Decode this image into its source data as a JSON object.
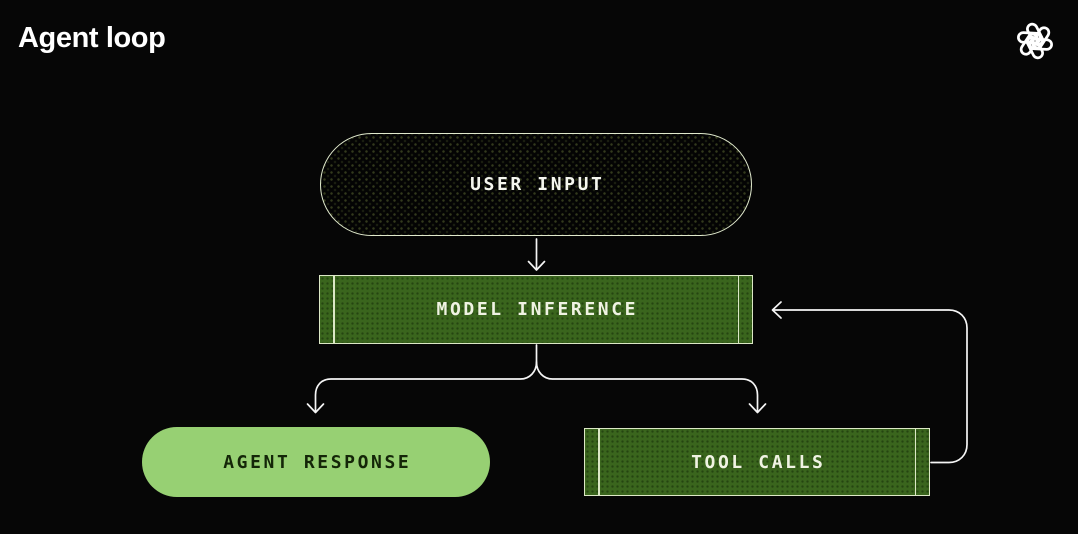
{
  "header": {
    "title": "Agent loop",
    "logo": "openai-logo"
  },
  "diagram": {
    "nodes": [
      {
        "id": "user-input",
        "label": "USER INPUT",
        "shape": "pill-dark"
      },
      {
        "id": "model-inference",
        "label": "MODEL INFERENCE",
        "shape": "process-green"
      },
      {
        "id": "agent-response",
        "label": "AGENT RESPONSE",
        "shape": "pill-light"
      },
      {
        "id": "tool-calls",
        "label": "TOOL CALLS",
        "shape": "process-green"
      }
    ],
    "edges": [
      {
        "from": "user-input",
        "to": "model-inference",
        "kind": "arrow-down"
      },
      {
        "from": "model-inference",
        "to": "agent-response",
        "kind": "fork-left"
      },
      {
        "from": "model-inference",
        "to": "tool-calls",
        "kind": "fork-right"
      },
      {
        "from": "tool-calls",
        "to": "model-inference",
        "kind": "loop-back"
      }
    ],
    "colors": {
      "background": "#060606",
      "process_fill": "#3a651d",
      "light_pill_fill": "#97d073",
      "node_border": "#dce8c6",
      "connector": "#f5f5f5",
      "title_text": "#ffffff",
      "process_text": "#f0f3e3",
      "light_pill_text": "#142608"
    }
  }
}
